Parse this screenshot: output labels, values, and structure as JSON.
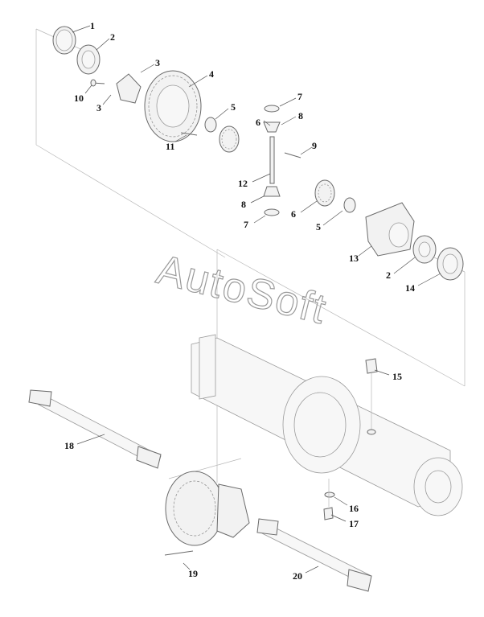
{
  "watermark": "AutoSoft",
  "callouts": [
    {
      "id": "c1",
      "label": "1"
    },
    {
      "id": "c2a",
      "label": "2"
    },
    {
      "id": "c3a",
      "label": "3"
    },
    {
      "id": "c4",
      "label": "4"
    },
    {
      "id": "c10",
      "label": "10"
    },
    {
      "id": "c3b",
      "label": "3"
    },
    {
      "id": "c5a",
      "label": "5"
    },
    {
      "id": "c11",
      "label": "11"
    },
    {
      "id": "c7a",
      "label": "7"
    },
    {
      "id": "c6a",
      "label": "6"
    },
    {
      "id": "c8a",
      "label": "8"
    },
    {
      "id": "c9",
      "label": "9"
    },
    {
      "id": "c12",
      "label": "12"
    },
    {
      "id": "c8b",
      "label": "8"
    },
    {
      "id": "c7b",
      "label": "7"
    },
    {
      "id": "c6b",
      "label": "6"
    },
    {
      "id": "c5b",
      "label": "5"
    },
    {
      "id": "c13",
      "label": "13"
    },
    {
      "id": "c2b",
      "label": "2"
    },
    {
      "id": "c14",
      "label": "14"
    },
    {
      "id": "c15",
      "label": "15"
    },
    {
      "id": "c18",
      "label": "18"
    },
    {
      "id": "c16",
      "label": "16"
    },
    {
      "id": "c17",
      "label": "17"
    },
    {
      "id": "c19",
      "label": "19"
    },
    {
      "id": "c20",
      "label": "20"
    }
  ]
}
